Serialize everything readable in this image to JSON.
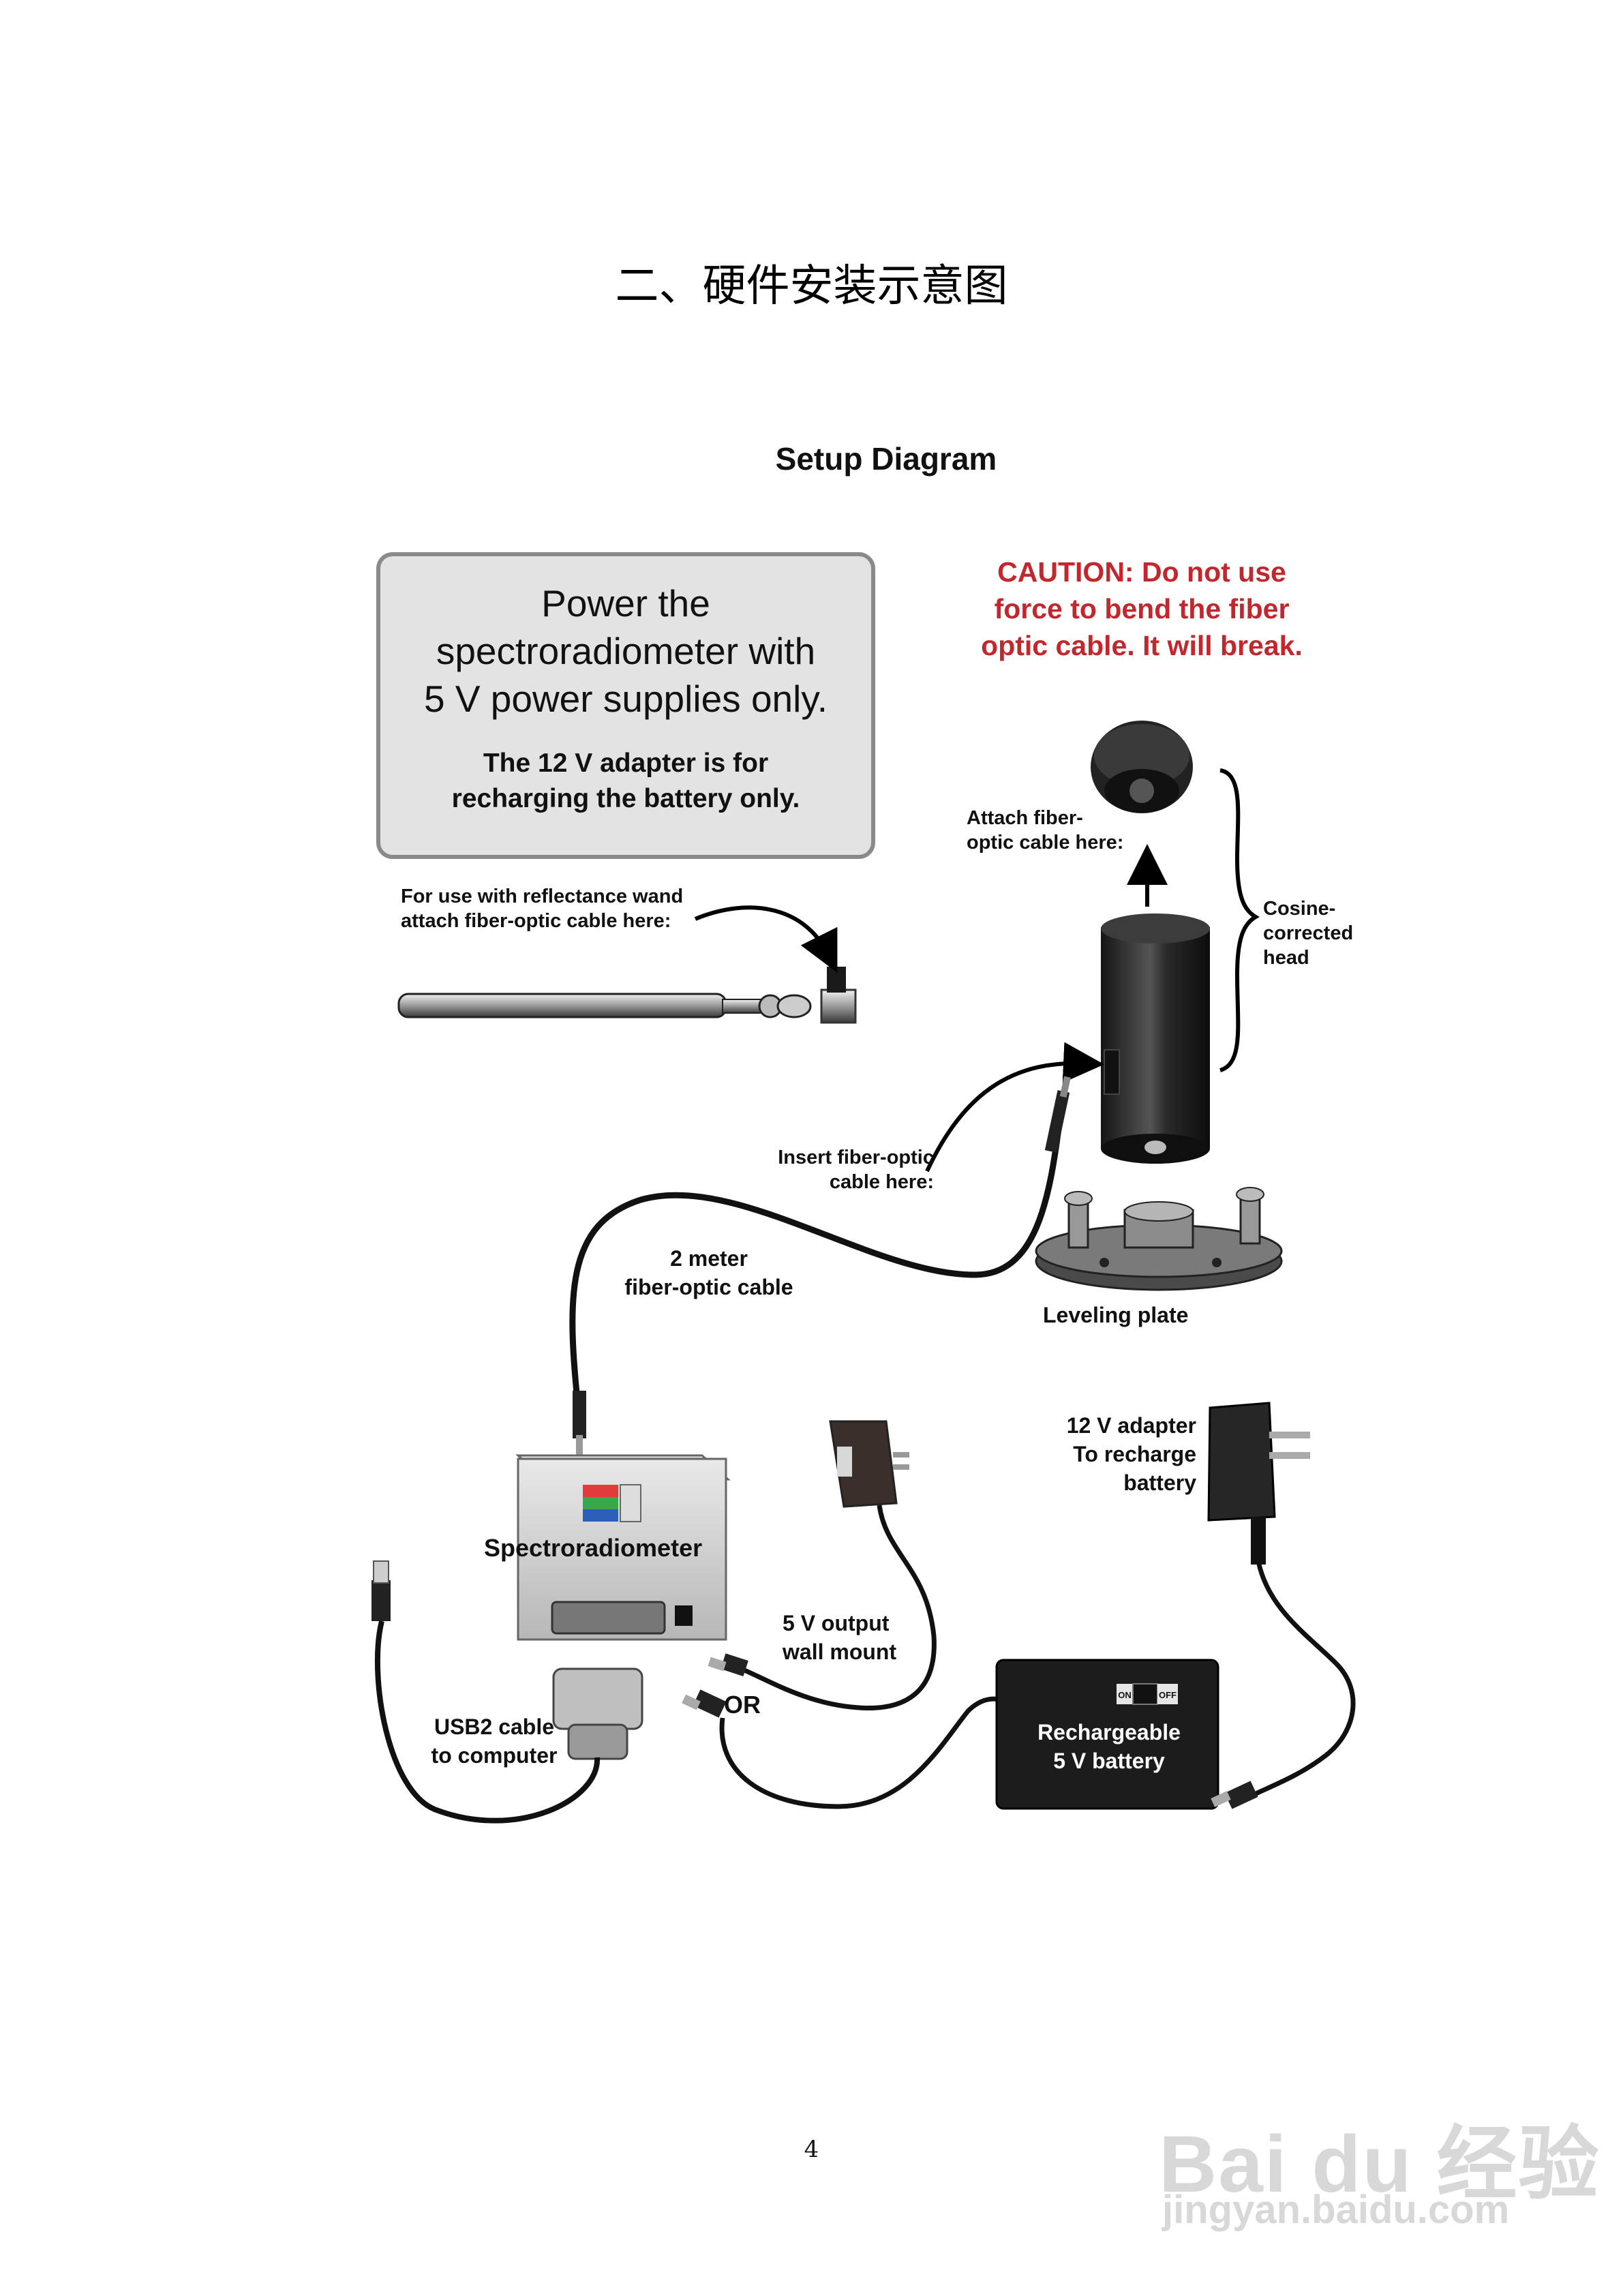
{
  "heading": "二、硬件安装示意图",
  "setup_title": "Setup Diagram",
  "power_box": {
    "line1": "Power the",
    "line2": "spectroradiometer with",
    "line3": "5 V power supplies only.",
    "sub1": "The 12 V adapter is for",
    "sub2": "recharging the battery only."
  },
  "caution": {
    "line1": "CAUTION: Do not use",
    "line2": "force to bend the fiber",
    "line3": "optic cable.  It will break."
  },
  "labels": {
    "wand1": "For use with reflectance wand",
    "wand2": "attach fiber-optic cable here:",
    "attach1": "Attach fiber-",
    "attach2": "optic cable here:",
    "cosine1": "Cosine-",
    "cosine2": "corrected",
    "cosine3": "head",
    "insert1": "Insert fiber-optic",
    "insert2": "cable here:",
    "meter1": "2 meter",
    "meter2": "fiber-optic cable",
    "leveling": "Leveling plate",
    "adapter1": "12 V adapter",
    "adapter2": "To recharge",
    "adapter3": "battery",
    "spectro": "Spectroradiometer",
    "wall1": "5 V  output",
    "wall2": "wall mount",
    "or": "OR",
    "usb1": "USB2 cable",
    "usb2": "to computer",
    "battery1": "Rechargeable",
    "battery2": "5 V battery",
    "switch_on": "ON",
    "switch_off": "OFF"
  },
  "page_number": "4",
  "watermark": {
    "line1": "Bai du 经验",
    "line2": "jingyan.baidu.com"
  },
  "colors": {
    "caution": "#c1272d",
    "box_fill": "#e3e3e3",
    "box_border": "#8a8a8a"
  }
}
